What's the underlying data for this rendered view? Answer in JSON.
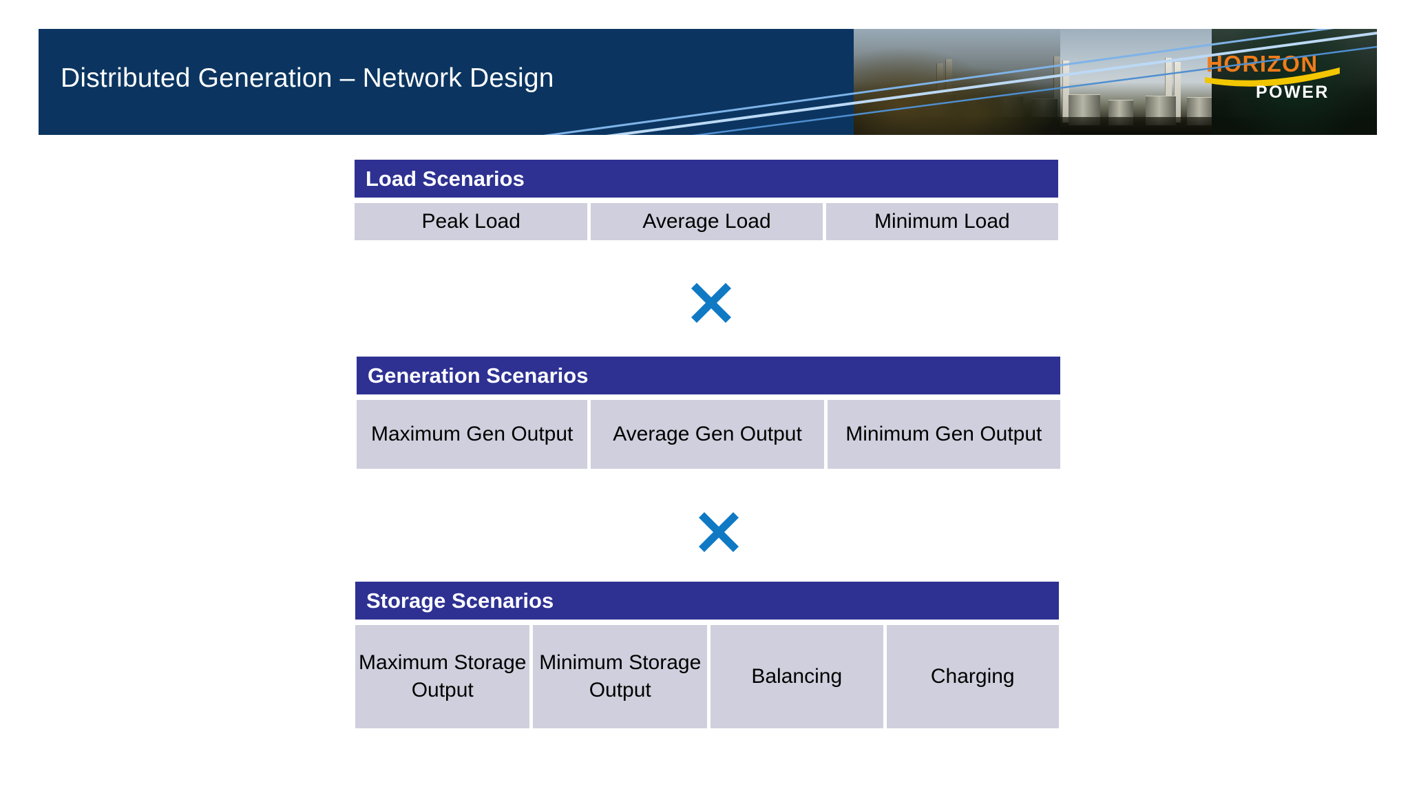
{
  "slide": {
    "title": "Distributed Generation – Network Design",
    "brand": {
      "name_top": "HORIZON",
      "name_bottom": "POWER",
      "color_top": "#f07c1a",
      "color_swoosh": "#f2c600",
      "color_bottom": "#ffffff",
      "banner_color": "#0b3560"
    },
    "accent_color": "#2e3192",
    "cell_color": "#cfcfdd",
    "operator_color": "#0f79c4"
  },
  "blocks": [
    {
      "id": "load",
      "header": "Load Scenarios",
      "cells": [
        "Peak Load",
        "Average Load",
        "Minimum Load"
      ]
    },
    {
      "id": "generation",
      "header": "Generation Scenarios",
      "cells": [
        "Maximum Gen Output",
        "Average Gen Output",
        "Minimum Gen Output"
      ]
    },
    {
      "id": "storage",
      "header": "Storage Scenarios",
      "cells": [
        "Maximum Storage Output",
        "Minimum Storage Output",
        "Balancing",
        "Charging"
      ]
    }
  ],
  "operators": [
    {
      "id": "multiply-1",
      "symbol": "×",
      "name": "multiply-icon"
    },
    {
      "id": "multiply-2",
      "symbol": "×",
      "name": "multiply-icon"
    }
  ]
}
